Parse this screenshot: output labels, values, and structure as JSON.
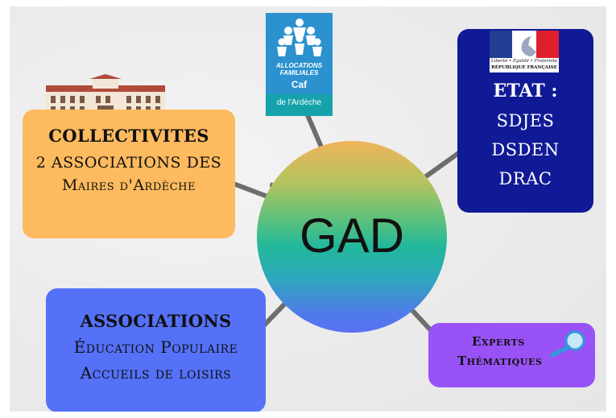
{
  "center": {
    "label": "GAD"
  },
  "collectivites": {
    "title": "COLLECTIVITES",
    "lines": [
      "2 ASSOCIATIONS DES",
      "Maires d'Ardèche"
    ]
  },
  "etat": {
    "title": "ETAT :",
    "lines": [
      "SDJES",
      "DSDEN",
      "DRAC"
    ]
  },
  "associations": {
    "title": "ASSOCIATIONS",
    "lines": [
      "Éducation Populaire",
      "Accueils de loisirs"
    ]
  },
  "experts": {
    "lines": [
      "Experts",
      "Thématiques"
    ]
  },
  "caf_logo": {
    "line1": "ALLOCATIONS",
    "line2": "FAMILIALES",
    "brand": "Caf",
    "region": "de l'Ardèche"
  },
  "rf_logo": {
    "motto": "Liberté • Égalité • Fraternité",
    "name": "RÉPUBLIQUE FRANÇAISE"
  },
  "icons": [
    "town-hall-icon",
    "magnifier-icon",
    "caf-family-icon",
    "marianne-icon",
    "arrow-icon"
  ],
  "colors": {
    "collectivites": "#fdba5e",
    "etat": "#111a96",
    "associations": "#5471f8",
    "experts": "#9852f5",
    "arrow": "#6d6d6d"
  }
}
